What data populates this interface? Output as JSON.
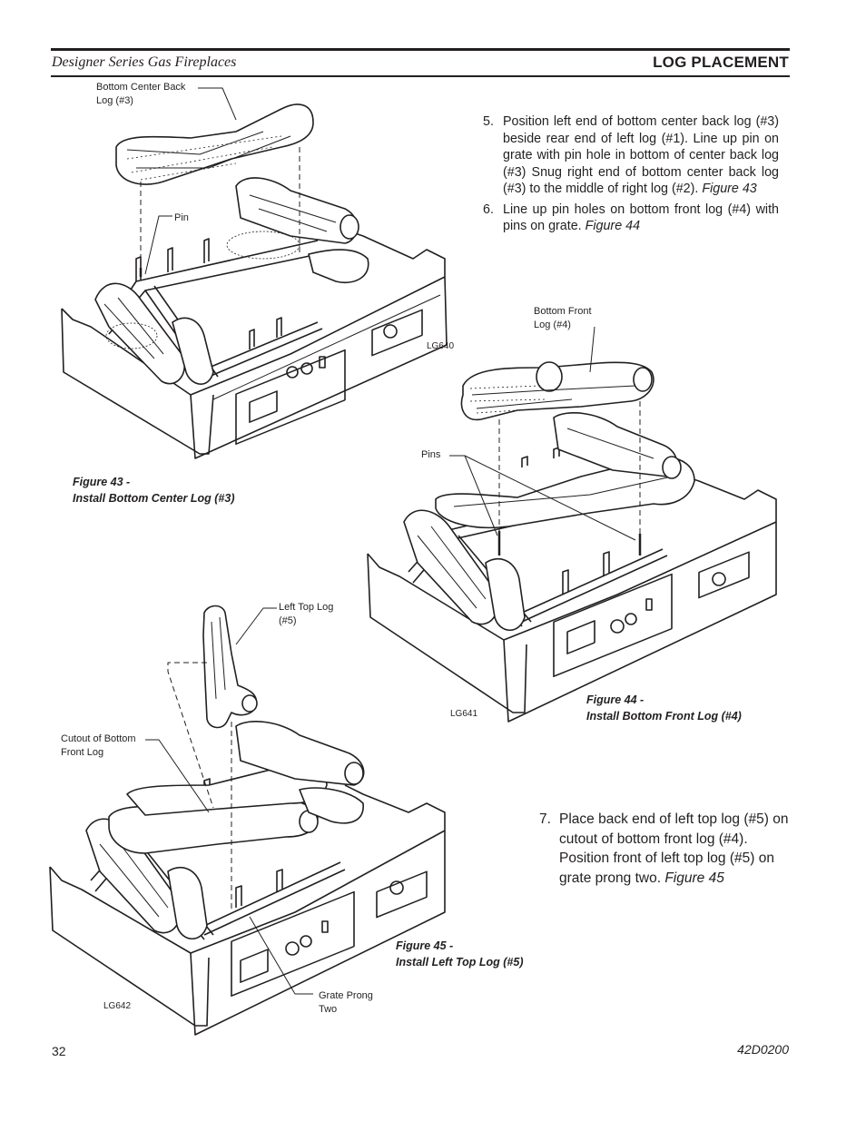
{
  "header": {
    "series_title": "Designer Series Gas Fireplaces",
    "section_title": "LOG PLACEMENT"
  },
  "steps": [
    {
      "num": "5.",
      "text": "Position left end of bottom center back log (#3) beside rear end of left log (#1). Line up pin on grate with pin hole in bottom of center back log (#3) Snug right end of bottom center back log (#3) to the middle of right log (#2).",
      "fig": "Figure 43"
    },
    {
      "num": "6.",
      "text": "Line up pin holes on bottom front log (#4) with pins on grate.",
      "fig": "Figure 44"
    },
    {
      "num": "7.",
      "text": "Place back end of left top log (#5) on cutout of bottom front log (#4). Position front of left top log (#5) on grate prong two.",
      "fig": "Figure 45"
    }
  ],
  "figures": [
    {
      "code": "LG640",
      "caption_line1": "Figure 43 -",
      "caption_line2": "Install Bottom Center Log (#3)",
      "callouts": {
        "back_log_line1": "Bottom Center Back",
        "back_log_line2": "Log (#3)",
        "pin": "Pin"
      }
    },
    {
      "code": "LG641",
      "caption_line1": "Figure 44 -",
      "caption_line2": "Install Bottom Front Log (#4)",
      "callouts": {
        "front_log_line1": "Bottom Front",
        "front_log_line2": "Log (#4)",
        "pins": "Pins"
      }
    },
    {
      "code": "LG642",
      "caption_line1": "Figure 45 -",
      "caption_line2": "Install Left Top Log (#5)",
      "callouts": {
        "top_log_line1": "Left Top Log",
        "top_log_line2": "(#5)",
        "cutout_line1": "Cutout of Bottom",
        "cutout_line2": "Front Log",
        "prong_line1": "Grate Prong",
        "prong_line2": "Two"
      }
    }
  ],
  "footer": {
    "page_number": "32",
    "doc_code": "42D0200"
  }
}
